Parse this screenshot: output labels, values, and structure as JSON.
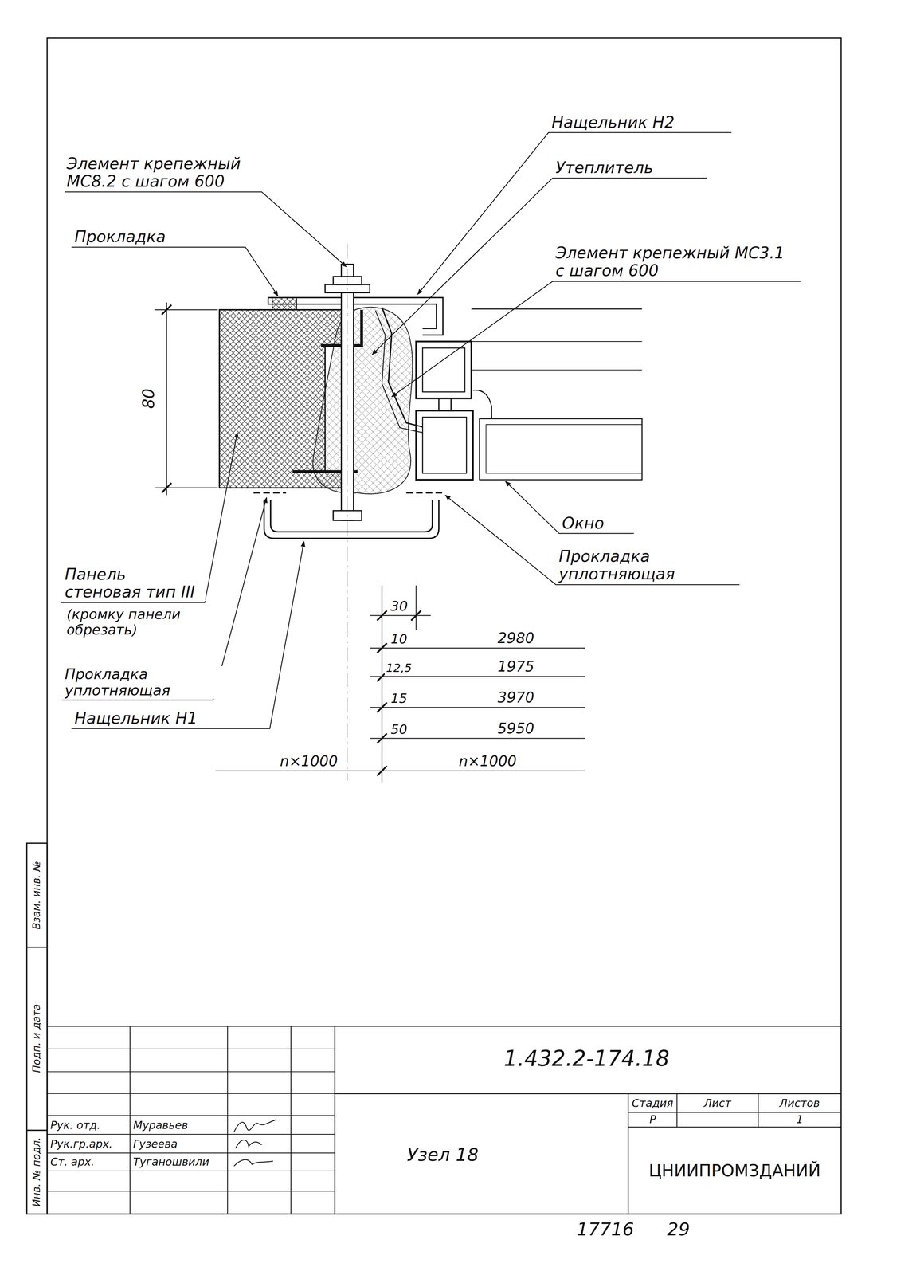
{
  "diagram": {
    "labels": [
      "Элемент крепежный МС8.2 с шагом 600",
      "Нащельник Н2",
      "Утеплитель",
      "Элемент крепежный МС3.1 с шагом 600",
      "Прокладка",
      "80",
      "Окно",
      "Прокладка уплотняющая",
      "Панель стеновая тип III",
      "(кромку панели обрезать)",
      "Прокладка уплотняющая",
      "Нащельник Н1",
      "30",
      "10",
      "2980",
      "12,5",
      "1975",
      "15",
      "3970",
      "50",
      "5950",
      "n×1000",
      "n×1000",
      "1.432.2-174.18",
      "Узел 18",
      "Стадия",
      "Лист",
      "Листов",
      "Р",
      "1",
      "ЦНИИПРОМЗДАНИЙ",
      "Рук. отд.",
      "Муравьев",
      "Рук.гр.арх.",
      "Гузеева",
      "Ст. арх.",
      "Туганошвили",
      "Инв. № подл.",
      "Подп. и дата",
      "Взам. инв. №",
      "17716",
      "29"
    ]
  }
}
